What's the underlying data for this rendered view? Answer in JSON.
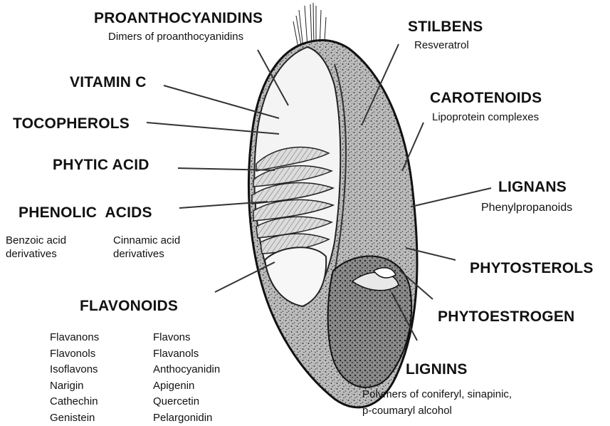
{
  "labels": {
    "proanthocyanidins": {
      "title": "PROANTHOCYANIDINS",
      "sub": "Dimers of proanthocyanidins"
    },
    "stilbens": {
      "title": "STILBENS",
      "sub": "Resveratrol"
    },
    "vitamin_c": {
      "title": "VITAMIN C"
    },
    "carotenoids": {
      "title": "CAROTENOIDS",
      "sub": "Lipoprotein complexes"
    },
    "tocopherols": {
      "title": "TOCOPHEROLS"
    },
    "phytic_acid": {
      "title": "PHYTIC ACID"
    },
    "lignans": {
      "title": "LIGNANS",
      "sub": "Phenylpropanoids"
    },
    "phenolic_acids": {
      "title": "PHENOLIC  ACIDS",
      "left_sub": [
        "Benzoic acid",
        "derivatives"
      ],
      "right_sub": [
        "Cinnamic acid",
        "derivatives"
      ]
    },
    "phytosterols": {
      "title": "PHYTOSTEROLS"
    },
    "phytoestrogen": {
      "title": "PHYTOESTROGEN"
    },
    "flavonoids": {
      "title": "FLAVONOIDS",
      "col1": [
        "Flavanons",
        "Flavonols",
        "Isoflavons",
        "Narigin",
        "Cathechin",
        "Genistein"
      ],
      "col2": [
        "Flavons",
        "Flavanols",
        "Anthocyanidin",
        "Apigenin",
        "Quercetin",
        "Pelargonidin"
      ]
    },
    "lignins": {
      "title": "LIGNINS",
      "sub": [
        "Polymers of coniferyl, sinapinic,",
        "p-coumaryl alcohol"
      ]
    }
  }
}
